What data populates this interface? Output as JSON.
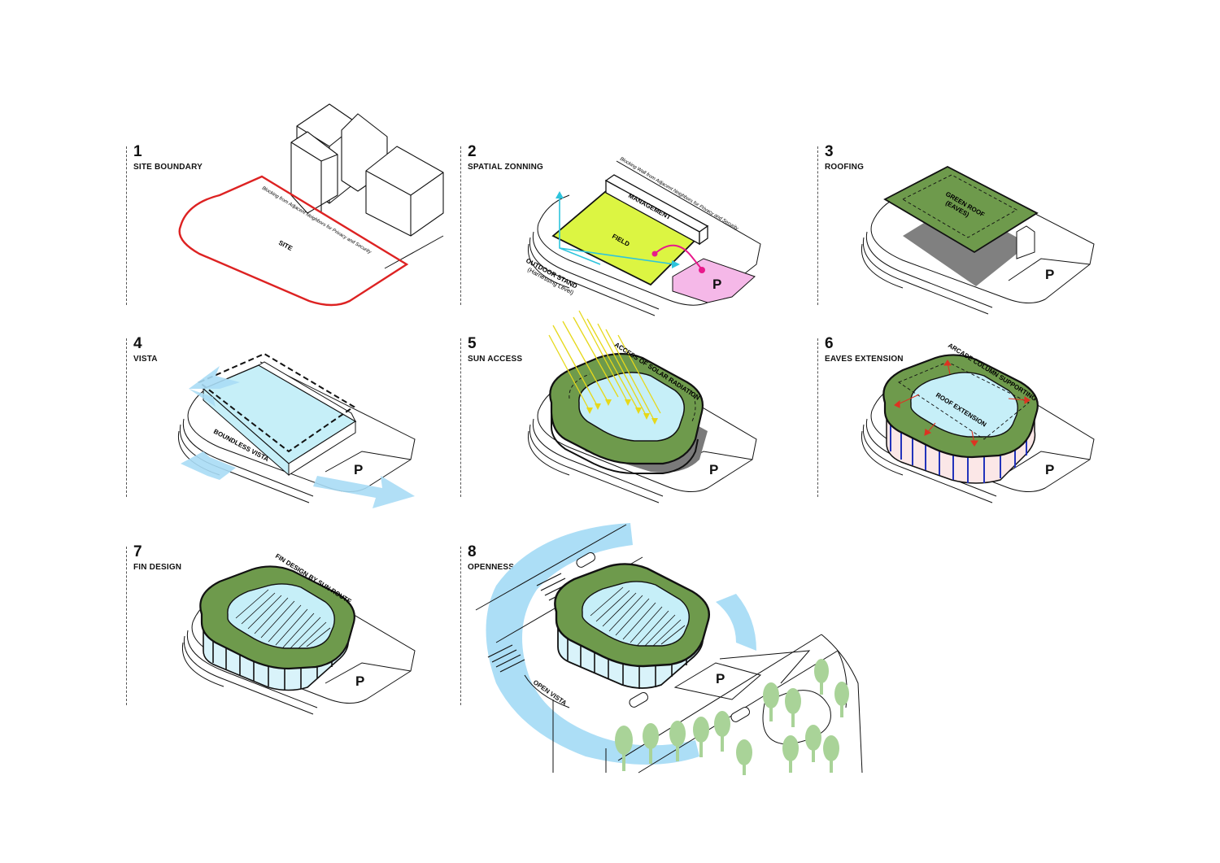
{
  "steps": [
    {
      "number": "1",
      "title": "SITE BOUNDARY"
    },
    {
      "number": "2",
      "title": "SPATIAL ZONNING"
    },
    {
      "number": "3",
      "title": "ROOFING"
    },
    {
      "number": "4",
      "title": "VISTA"
    },
    {
      "number": "5",
      "title": "SUN ACCESS"
    },
    {
      "number": "6",
      "title": "EAVES EXTENSION"
    },
    {
      "number": "7",
      "title": "FIN DESIGN"
    },
    {
      "number": "8",
      "title": "OPENNESS"
    }
  ],
  "labels": {
    "site": "SITE",
    "blocking_neighbors": "Blocking from Adjacent Neighbors for Privacy and Security",
    "blocking_wall": "Blocking Wall from Adjacent Neighbors for Privacy and Security",
    "management": "MANAGEMENT",
    "field": "FIELD",
    "outdoor_stand": "OUTDOOR STAND",
    "harnessing_level": "(Harnessing Level)",
    "parking": "P",
    "green_roof": "GREEN ROOF",
    "eaves": "(EAVES)",
    "boundless_vista": "BOUNDLESS VISTA",
    "solar_radiation": "ACCESS OF SOLAR RADIATION",
    "arcade_column": "ARCADE COLUMN SUPPORTING",
    "roof_extension": "ROOF EXTENSION",
    "fin_design_sun_route": "FIN DESIGN BY SUN ROUTE",
    "open_vista": "OPEN VISTA"
  },
  "colors": {
    "site_boundary": "#dd2222",
    "field": "#dcf542",
    "parking_zone": "#f5b8e8",
    "circulation": "#e8198b",
    "axis": "#2ec4dc",
    "green_roof": "#6e9a4c",
    "glass": "#c6eff8",
    "vista_arrow": "#a8dcf5",
    "sun_ray": "#e6d81a",
    "column": "#2233bb",
    "arrow_red": "#dd3322",
    "tree": "#a9d398",
    "shadow": "#808080"
  }
}
